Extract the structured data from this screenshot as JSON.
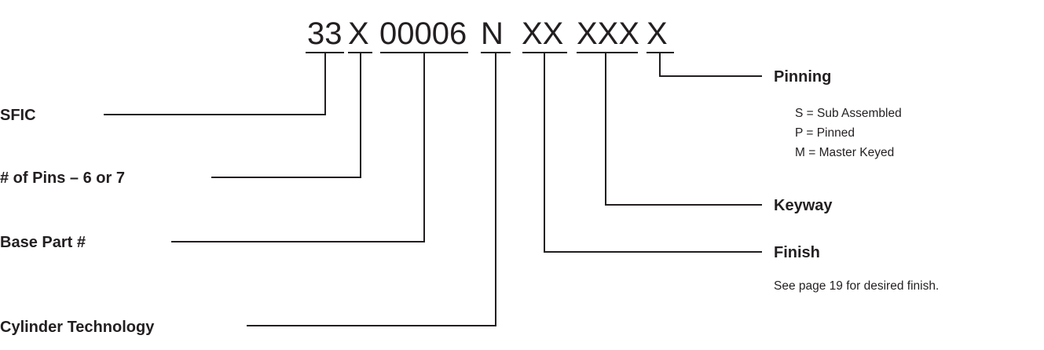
{
  "code": {
    "seg1": "33",
    "seg2": "X",
    "seg3": "00006",
    "seg4": "N",
    "seg5": "XX",
    "seg6": "XXX",
    "seg7": "X"
  },
  "left_labels": {
    "sfic": "SFIC",
    "pins": "# of Pins – 6 or 7",
    "base_part": "Base Part #",
    "cylinder_technology": "Cylinder Technology"
  },
  "right_labels": {
    "pinning": {
      "title": "Pinning",
      "options": [
        "S = Sub Assembled",
        "P = Pinned",
        "M = Master Keyed"
      ]
    },
    "keyway": {
      "title": "Keyway"
    },
    "finish": {
      "title": "Finish",
      "note": "See page 19 for desired finish."
    }
  }
}
